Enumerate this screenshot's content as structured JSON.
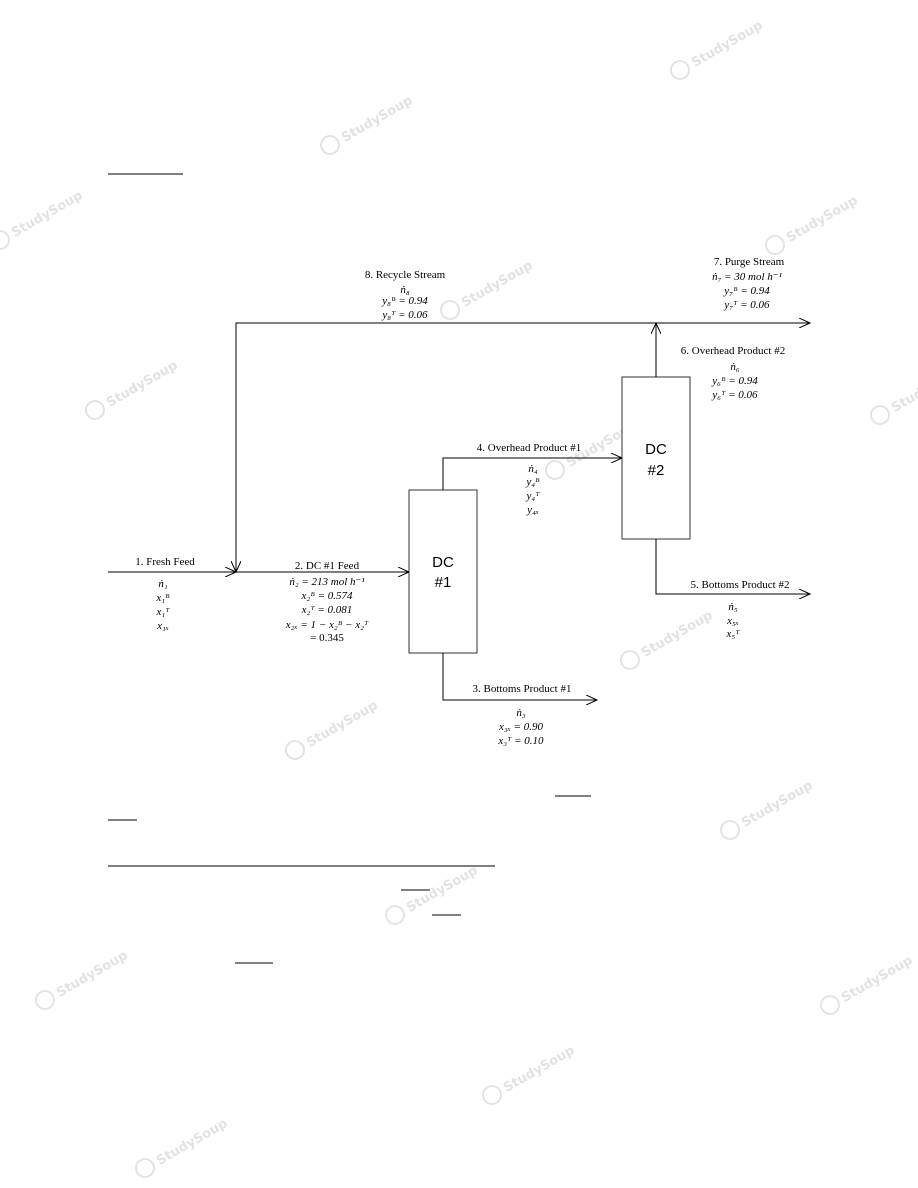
{
  "watermark": "StudySoup",
  "colors": {
    "line": "#000000",
    "watermark": "#cccccc"
  },
  "columns": {
    "dc1": {
      "line1": "DC",
      "line2": "#1"
    },
    "dc2": {
      "line1": "DC",
      "line2": "#2"
    }
  },
  "streams": {
    "s1": {
      "title": "1. Fresh Feed",
      "flow": "ṅ₁",
      "lines": [
        "x₁ᴮ",
        "x₁ᵀ",
        "x₁ₓ"
      ]
    },
    "s2": {
      "title": "2. DC #1 Feed",
      "flow": "ṅ₂ = 213 mol h⁻¹",
      "lines": [
        "x₂ᴮ = 0.574",
        "x₂ᵀ = 0.081",
        "x₂ₓ = 1 − x₂ᴮ − x₂ᵀ",
        "= 0.345"
      ]
    },
    "s3": {
      "title": "3. Bottoms Product #1",
      "flow": "ṅ₃",
      "lines": [
        "x₃ₓ = 0.90",
        "x₃ᵀ = 0.10"
      ]
    },
    "s4": {
      "title": "4. Overhead Product #1",
      "flow": "ṅ₄",
      "lines": [
        "y₄ᴮ",
        "y₄ᵀ",
        "y₄ₓ"
      ]
    },
    "s5": {
      "title": "5. Bottoms Product #2",
      "flow": "ṅ₅",
      "lines": [
        "x₅ₓ",
        "x₅ᵀ"
      ]
    },
    "s6": {
      "title": "6. Overhead Product #2",
      "flow": "ṅ₆",
      "lines": [
        "y₆ᴮ = 0.94",
        "y₆ᵀ = 0.06"
      ]
    },
    "s7": {
      "title": "7. Purge Stream",
      "flow": "ṅ₇ = 30 mol h⁻¹",
      "lines": [
        "y₇ᴮ = 0.94",
        "y₇ᵀ = 0.06"
      ]
    },
    "s8": {
      "title": "8. Recycle Stream",
      "flow": "ṅ₈",
      "lines": [
        "y₈ᴮ = 0.94",
        "y₈ᵀ = 0.06"
      ]
    }
  }
}
